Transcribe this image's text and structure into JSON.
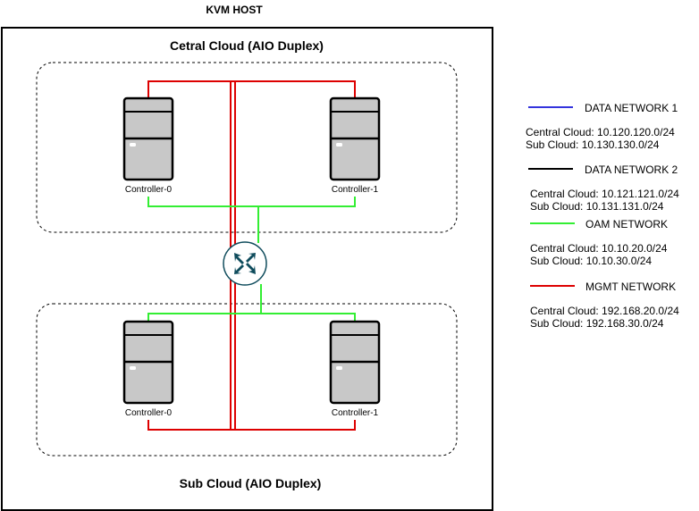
{
  "host": {
    "title": "KVM HOST"
  },
  "central": {
    "title": "Cetral Cloud (AIO Duplex)",
    "controllers": [
      {
        "label": "Controller-0"
      },
      {
        "label": "Controller-1"
      }
    ]
  },
  "sub": {
    "title": "Sub Cloud (AIO Duplex)",
    "controllers": [
      {
        "label": "Controller-0"
      },
      {
        "label": "Controller-1"
      }
    ]
  },
  "router": {
    "icon": "router-icon"
  },
  "legend": [
    {
      "name": "DATA NETWORK 1",
      "color": "#3333dd",
      "central": "Central Cloud: 10.120.120.0/24",
      "sub": "Sub Cloud: 10.130.130.0/24"
    },
    {
      "name": "DATA NETWORK 2",
      "color": "#000000",
      "central": "Central Cloud: 10.121.121.0/24",
      "sub": "Sub Cloud: 10.131.131.0/24"
    },
    {
      "name": "OAM NETWORK",
      "color": "#33ee33",
      "central": "Central Cloud: 10.10.20.0/24",
      "sub": "Sub Cloud: 10.10.30.0/24"
    },
    {
      "name": "MGMT NETWORK",
      "color": "#dd0000",
      "central": "Central Cloud: 192.168.20.0/24",
      "sub": "Sub Cloud: 192.168.30.0/24"
    }
  ],
  "colors": {
    "mgmt": "#dd0000",
    "oam": "#33ee33",
    "router": "#0f4c5c",
    "server": "#c8c8c8"
  }
}
